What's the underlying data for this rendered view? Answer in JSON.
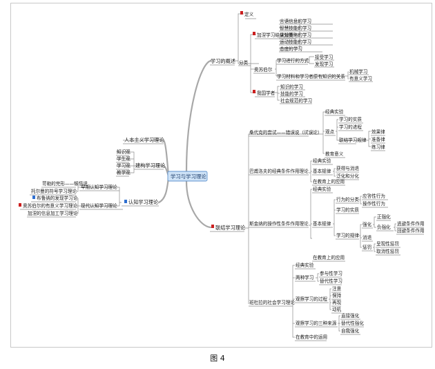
{
  "center": "学习与学习理论",
  "caption": "图 4",
  "overview": {
    "root": "学习的概述",
    "definition": "定义",
    "classification": "分类",
    "by_outcome": {
      "label": "加涅学习结果分类",
      "items": [
        "言语信息的学习",
        "智慧技能的学习",
        "认知策略的学习",
        "运动技能的学习",
        "态度的学习"
      ]
    },
    "ausubel": {
      "label": "奥苏伯尔",
      "way": "学习进行的方式",
      "way_items": [
        "接受学习",
        "发现学习"
      ],
      "relation": "学习材料和学习者原有知识的关系",
      "relation_items": [
        "机械学习",
        "有意义学习"
      ]
    },
    "chinese_scholars": {
      "label": "我国学者",
      "items": [
        "知识的学习",
        "技能的学习",
        "社会规范的学习"
      ]
    }
  },
  "behaviorism": {
    "root": "联结学习理论",
    "thorndike": {
      "label": "桑代克的尝试——错误说（试误论）",
      "experiment": "经典实验",
      "view": "观点",
      "view_items": [
        "学习的实质",
        "学习的进程"
      ],
      "laws": "联结学习规律",
      "laws_items": [
        "效果律",
        "准备律",
        "练习律"
      ],
      "education": "教育意义"
    },
    "pavlov": {
      "label": "巴甫洛夫的经典条件作用理论",
      "experiment": "经典实验",
      "basic_laws": "基本规律",
      "basic_items": [
        "获得与消退",
        "泛化和分化"
      ],
      "education": "在教育上的应用"
    },
    "skinner": {
      "label": "斯金纳的操作性条件作用理论",
      "experiment": "经典实验",
      "basic_laws": "基本规律",
      "classification": "行为的分类",
      "classification_items": [
        "应答性行为",
        "操作性行为"
      ],
      "essence": "学习的实质",
      "laws": "学习的规律",
      "reinforcement": "强化",
      "positive": "正强化",
      "negative": "负强化",
      "negative_items": [
        "逃避条件作用",
        "回避条件作用"
      ],
      "extinction": "消退",
      "punishment": "惩罚",
      "punishment_items": [
        "呈现性惩罚",
        "取消性惩罚"
      ],
      "education": "在教育上的应用"
    },
    "bandura": {
      "label": "班杜拉的社会学习理论",
      "experiment": "经典实验",
      "two_kinds": "两种学习",
      "two_kinds_items": [
        "参与性学习",
        "替代性学习"
      ],
      "process": "观察学习的过程",
      "process_items": [
        "注意",
        "保持",
        "再现",
        "动机"
      ],
      "sources": "观察学习的三种来源",
      "sources_items": [
        "直接强化",
        "替代性强化",
        "自我强化"
      ],
      "education": "在教育中的运用"
    }
  },
  "humanism": "人本主义学习理论",
  "constructivism": {
    "root": "建构学习理论",
    "items": [
      "知识观",
      "学生观",
      "学习观",
      "教学观"
    ]
  },
  "cognitivism": {
    "root": "认知学习理论",
    "early": "早期认知学习理论",
    "early_items": [
      "苛勒的完形——顿悟说",
      "托尔曼的符号学习理论"
    ],
    "modern": "现代认知学习理论",
    "modern_items": [
      "布鲁纳的发现学习论",
      "奥苏伯尔的有意义学习理论",
      "加涅的信息加工学习理论"
    ]
  },
  "colors": {
    "marker_red": "#cc1f1f",
    "marker_blue": "#2e6fd0",
    "center_fill": "#cfe3f7",
    "center_stroke": "#5f93cf"
  }
}
